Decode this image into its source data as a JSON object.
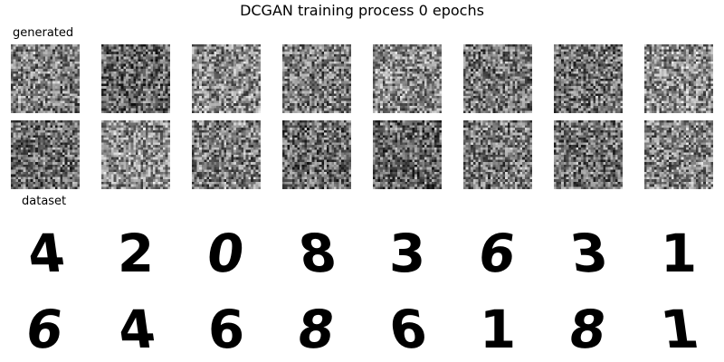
{
  "figure": {
    "title": "DCGAN training process 0 epochs"
  },
  "generated": {
    "label": "generated",
    "rows": 2,
    "cols": 8,
    "tile_description": "noise"
  },
  "dataset": {
    "label": "dataset",
    "digits": [
      [
        "4",
        "2",
        "0",
        "8",
        "3",
        "6",
        "3",
        "1"
      ],
      [
        "6",
        "4",
        "6",
        "8",
        "6",
        "1",
        "8",
        "1"
      ]
    ]
  },
  "colors": {
    "background": "#ffffff",
    "ink": "#000000"
  }
}
